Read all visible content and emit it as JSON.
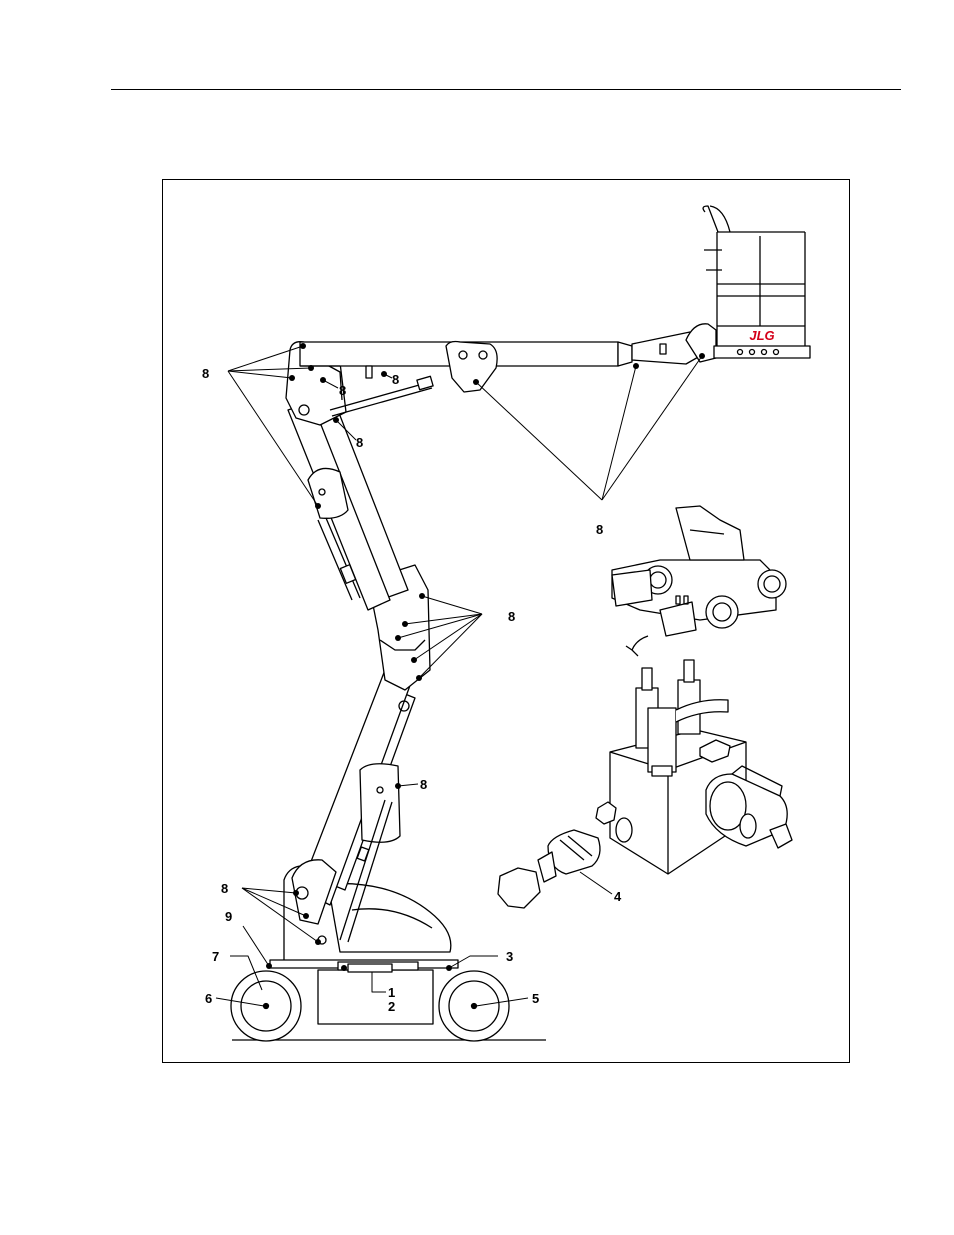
{
  "labels": {
    "l1": "1",
    "l2": "2",
    "l3": "3",
    "l4": "4",
    "l5": "5",
    "l6": "6",
    "l7": "7",
    "l8": "8",
    "l9": "9"
  },
  "logo": {
    "text": "JLG",
    "color": "#d4001a"
  },
  "colors": {
    "line": "#000000",
    "fill": "#ffffff"
  }
}
